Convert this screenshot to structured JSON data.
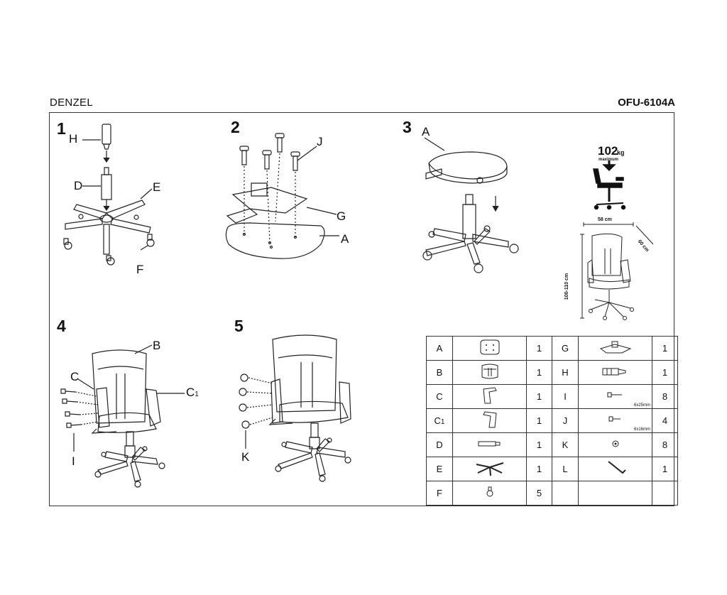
{
  "header": {
    "brand": "DENZEL",
    "model": "OFU-6104A"
  },
  "steps": [
    {
      "number": "1",
      "labels": [
        "H",
        "D",
        "E",
        "F"
      ]
    },
    {
      "number": "2",
      "labels": [
        "J",
        "G",
        "A"
      ]
    },
    {
      "number": "3",
      "labels": [
        "A"
      ]
    },
    {
      "number": "4",
      "labels": [
        "B",
        "C",
        "C",
        "I"
      ],
      "subscript": "1"
    },
    {
      "number": "5",
      "labels": [
        "K"
      ]
    }
  ],
  "specs": {
    "max_load_value": "102",
    "max_load_unit": "kg",
    "max_load_caption": "maximum",
    "width": "58 cm",
    "depth": "60 cm",
    "height": "100-110 cm"
  },
  "parts_table": {
    "rows": [
      {
        "left": {
          "letter": "A",
          "qty": "1",
          "icon": "seat-icon"
        },
        "right": {
          "letter": "G",
          "qty": "1",
          "icon": "mechanism-icon"
        }
      },
      {
        "left": {
          "letter": "B",
          "qty": "1",
          "icon": "backrest-icon"
        },
        "right": {
          "letter": "H",
          "qty": "1",
          "icon": "gas-lift-cover-icon"
        }
      },
      {
        "left": {
          "letter": "C",
          "qty": "1",
          "icon": "armrest-icon"
        },
        "right": {
          "letter": "I",
          "qty": "8",
          "icon": "bolt-icon",
          "caption": "6x25mm"
        }
      },
      {
        "left": {
          "letter": "C",
          "sub": "1",
          "qty": "1",
          "icon": "armrest-icon"
        },
        "right": {
          "letter": "J",
          "qty": "4",
          "icon": "bolt-icon",
          "caption": "6x16mm"
        }
      },
      {
        "left": {
          "letter": "D",
          "qty": "1",
          "icon": "gas-lift-icon"
        },
        "right": {
          "letter": "K",
          "qty": "8",
          "icon": "cap-icon"
        }
      },
      {
        "left": {
          "letter": "E",
          "qty": "1",
          "icon": "star-base-icon"
        },
        "right": {
          "letter": "L",
          "qty": "1",
          "icon": "allen-key-icon"
        }
      },
      {
        "left": {
          "letter": "F",
          "qty": "5",
          "icon": "caster-icon"
        },
        "right": {
          "letter": "",
          "qty": ""
        }
      }
    ]
  }
}
